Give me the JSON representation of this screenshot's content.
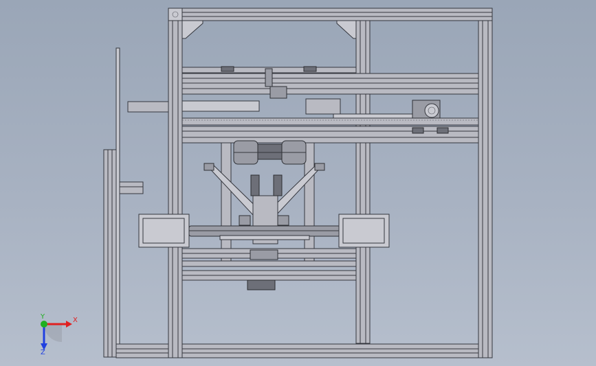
{
  "viewport": {
    "background_top": "#9aa6b7",
    "background_bottom": "#b6bfcd"
  },
  "triad": {
    "x_label": "X",
    "y_label": "Y",
    "z_label": "Z",
    "x_color": "#e02020",
    "y_color": "#20b020",
    "z_color": "#2040e0"
  }
}
